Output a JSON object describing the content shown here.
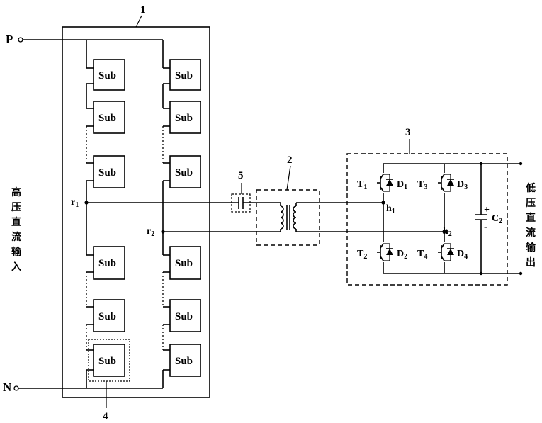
{
  "labels": {
    "block_1": "1",
    "block_2": "2",
    "block_3": "3",
    "block_4": "4",
    "block_5": "5",
    "terminal_p": "P",
    "terminal_n": "N",
    "node_r1": "r",
    "node_r1_sub": "1",
    "node_r2": "r",
    "node_r2_sub": "2",
    "node_h1": "h",
    "node_h1_sub": "1",
    "node_h2": "h",
    "node_h2_sub": "2",
    "sub_label": "Sub",
    "capacitor": "C",
    "capacitor_sub": "2",
    "cap_plus": "+",
    "cap_minus": "-",
    "input_label": [
      "高",
      "压",
      "直",
      "流",
      "输",
      "入"
    ],
    "output_label": [
      "低",
      "压",
      "直",
      "流",
      "输",
      "出"
    ]
  },
  "switches": [
    {
      "t": "T",
      "t_sub": "1",
      "d": "D",
      "d_sub": "1"
    },
    {
      "t": "T",
      "t_sub": "2",
      "d": "D",
      "d_sub": "2"
    },
    {
      "t": "T",
      "t_sub": "3",
      "d": "D",
      "d_sub": "3"
    },
    {
      "t": "T",
      "t_sub": "4",
      "d": "D",
      "d_sub": "4"
    }
  ]
}
